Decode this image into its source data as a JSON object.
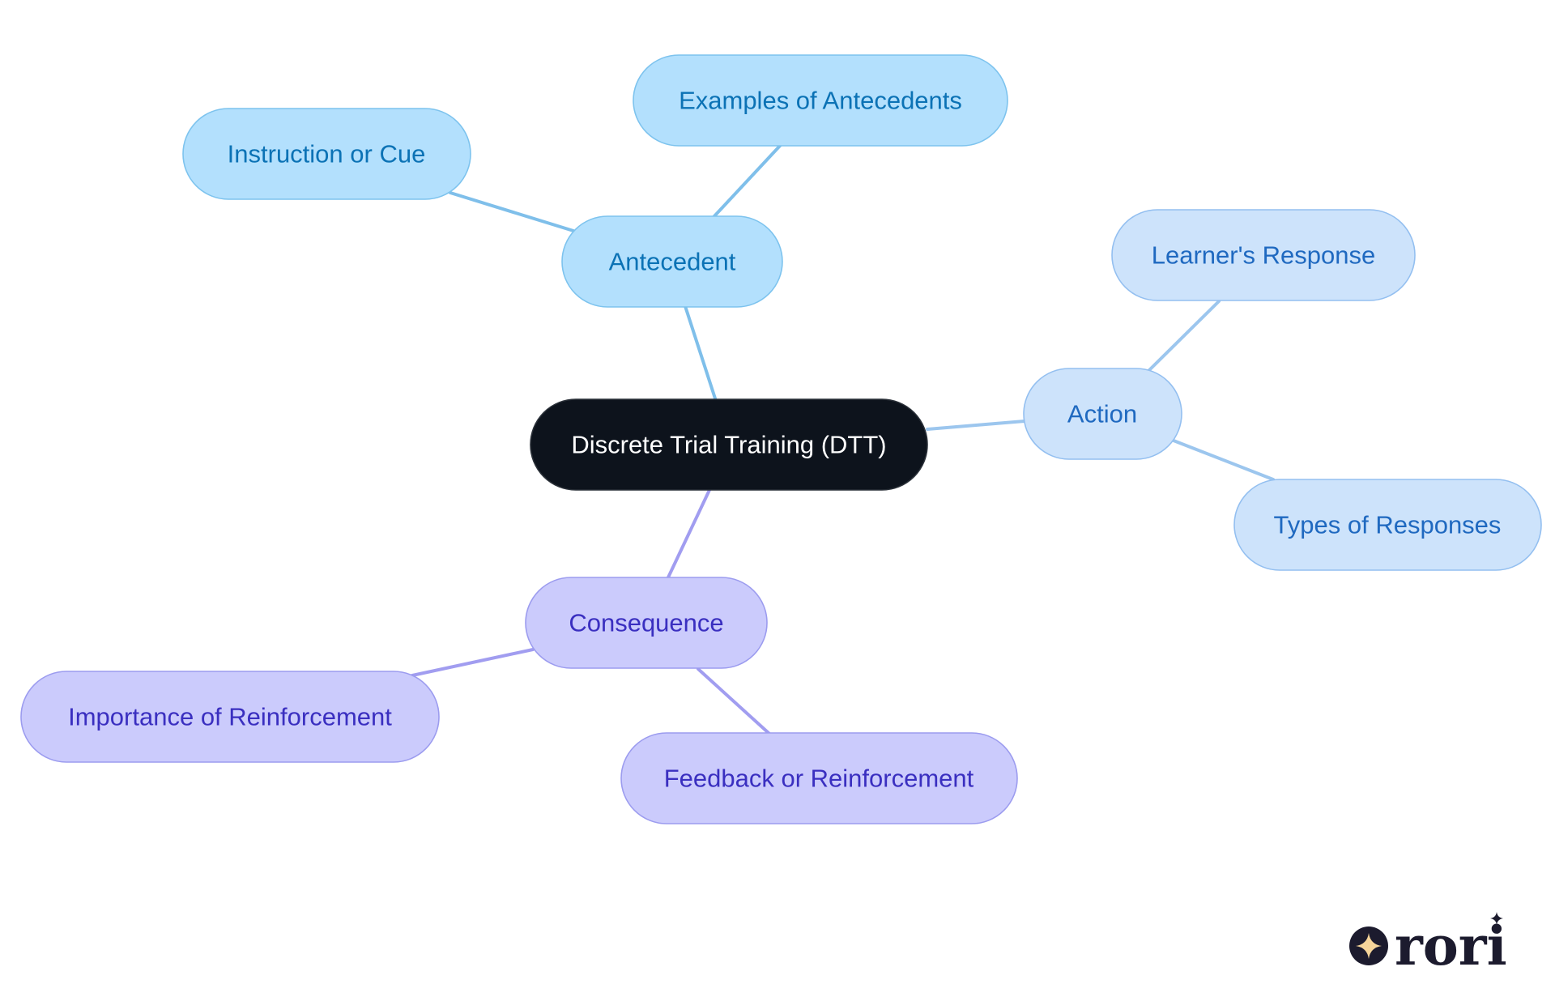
{
  "diagram": {
    "type": "mind-map",
    "root": {
      "label": "Discrete Trial Training (DTT)",
      "fill": "#0d131c",
      "text_color": "#ffffff"
    },
    "branches": {
      "antecedent": {
        "label": "Antecedent",
        "children": [
          "Instruction or Cue",
          "Examples of Antecedents"
        ],
        "fill": "#b3e0fd",
        "stroke": "#7dc3ee",
        "text_color": "#0b72b5",
        "edge_color": "#7fbfea"
      },
      "action": {
        "label": "Action",
        "children": [
          "Learner's Response",
          "Types of Responses"
        ],
        "fill": "#cde3fb",
        "stroke": "#93bff0",
        "text_color": "#1f69c0",
        "edge_color": "#9cc6ee"
      },
      "consequence": {
        "label": "Consequence",
        "children": [
          "Importance of Reinforcement",
          "Feedback or Reinforcement"
        ],
        "fill": "#cbcbfc",
        "stroke": "#9c9cef",
        "text_color": "#3a2fc0",
        "edge_color": "#a19df0"
      }
    }
  },
  "logo": {
    "text": "rori",
    "color": "#1c1b2e",
    "star_color": "#f6d59a"
  }
}
